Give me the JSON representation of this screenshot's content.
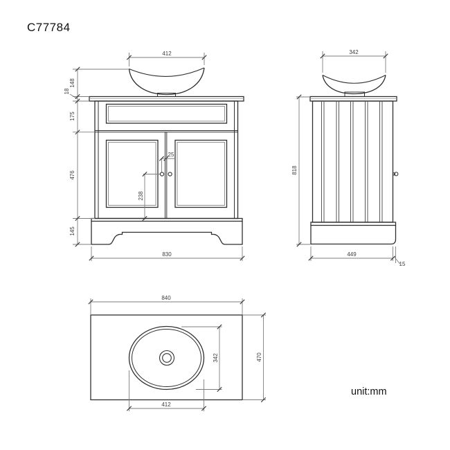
{
  "title": "C77784",
  "unit_label": "unit:mm",
  "views": {
    "front": {
      "dims": {
        "basin_width": "412",
        "basin_height": "148",
        "worktop_thickness": "18",
        "top_rail_height": "175",
        "door_height": "476",
        "plinth_height": "145",
        "knob_offset": "25",
        "knob_from_door_bottom": "238",
        "overall_width": "830"
      }
    },
    "side": {
      "dims": {
        "basin_depth": "342",
        "cabinet_height": "818",
        "cabinet_depth": "449",
        "back_overhang": "15"
      }
    },
    "plan": {
      "dims": {
        "worktop_width": "840",
        "worktop_depth": "470",
        "basin_length": "412",
        "basin_depth": "342"
      }
    }
  }
}
